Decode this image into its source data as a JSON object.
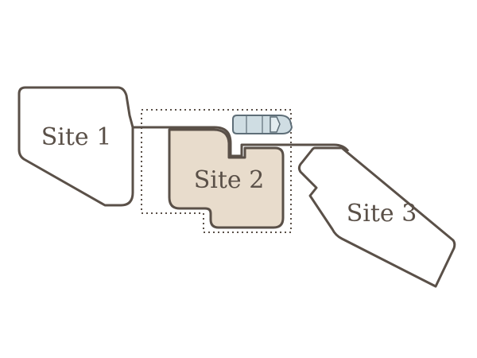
{
  "colors": {
    "background": "#ffffff",
    "outline": "#5a5048",
    "site2_fill": "#e8dccc",
    "car_body": "#cfdde3",
    "car_outline": "#5e6e78",
    "boundary_dotted": "#5a5048"
  },
  "sites": [
    {
      "id": "site-1",
      "label": "Site 1"
    },
    {
      "id": "site-2",
      "label": "Site 2"
    },
    {
      "id": "site-3",
      "label": "Site 3"
    }
  ],
  "icons": {
    "vehicle": "car-icon"
  }
}
